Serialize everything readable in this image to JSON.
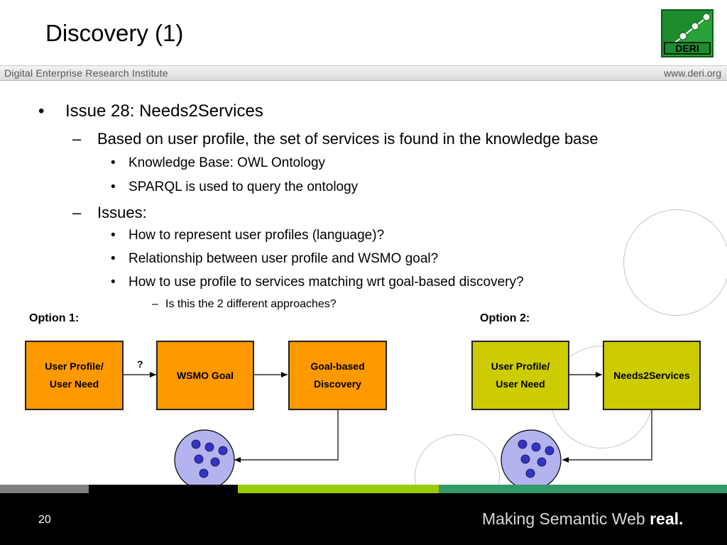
{
  "title": "Discovery (1)",
  "logo": {
    "text": "DERI"
  },
  "header": {
    "institute": "Digital Enterprise Research Institute",
    "url": "www.deri.org"
  },
  "content": {
    "b1": "Issue 28: Needs2Services",
    "b1_1": "Based on user profile, the set of services is found in the knowledge base",
    "b1_1_1": "Knowledge Base: OWL Ontology",
    "b1_1_2": "SPARQL is used to query the ontology",
    "b1_2": "Issues:",
    "b1_2_1": "How to represent user profiles (language)?",
    "b1_2_2": "Relationship between user profile and WSMO goal?",
    "b1_2_3": "How to use profile to services matching wrt goal-based discovery?",
    "b1_2_3_1": "Is this the 2 different approaches?"
  },
  "diagram": {
    "option1": {
      "label": "Option 1:",
      "profile_line1": "User Profile/",
      "profile_line2": "User Need",
      "question": "?",
      "goal": "WSMO Goal",
      "discovery_line1": "Goal-based",
      "discovery_line2": "Discovery"
    },
    "option2": {
      "label": "Option 2:",
      "profile_line1": "User Profile/",
      "profile_line2": "User Need",
      "service": "Needs2Services"
    },
    "colors": {
      "option1_box": "#ff9900",
      "option2_box": "#cccc00",
      "kb_circle": "#b3b3f0",
      "kb_dots": "#3333cc"
    }
  },
  "footer": {
    "page": "20",
    "tagline_prefix": "Making Semantic Web ",
    "tagline_bold": "real."
  }
}
